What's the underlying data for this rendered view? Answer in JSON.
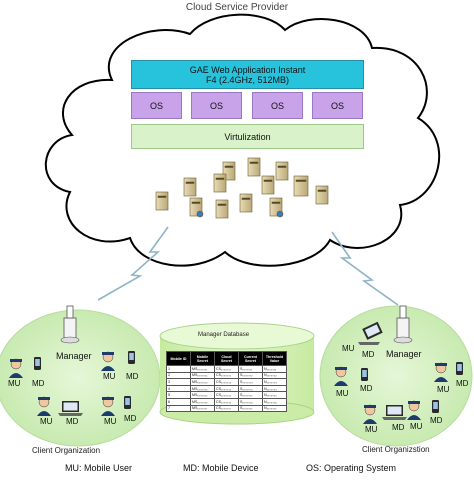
{
  "title": "Cloud Service Provider",
  "cloud": {
    "gae_line1": "GAE Web Application Instant",
    "gae_line2": "F4 (2.4GHz, 512MB)",
    "os_boxes": [
      "OS",
      "OS",
      "OS",
      "OS"
    ],
    "virtualization": "Virtulization"
  },
  "database": {
    "title": "Manager Database",
    "columns": [
      "Mobile ID",
      "Mobile Secret",
      "Cloud Secret",
      "Current Secret",
      "Threshold Value"
    ],
    "rows": [
      [
        "1",
        "MS₁₀₀₀₀₀₁",
        "CS₁₀₀₀₀₀₁",
        "S₁₀₀₀₀₀₁",
        "N₁₀₀₀₀₀₁"
      ],
      [
        "2",
        "MS₁₀₀₀₀₀₂",
        "CS₁₀₀₀₀₀₂",
        "S₁₀₀₀₀₀₂",
        "N₁₀₀₀₀₀₂"
      ],
      [
        "3",
        "MS₁₀₀₀₀₀₃",
        "CS₁₀₀₀₀₀₃",
        "S₁₀₀₀₀₀₃",
        "N₁₀₀₀₀₀₃"
      ],
      [
        "4",
        "MS₁₀₀₀₀₀₄",
        "CS₁₀₀₀₀₀₄",
        "S₁₀₀₀₀₀₄",
        "N₁₀₀₀₀₀₄"
      ],
      [
        "5",
        "MS₁₀₀₀₀₀₅",
        "CS₁₀₀₀₀₀₅",
        "S₁₀₀₀₀₀₅",
        "N₁₀₀₀₀₀₅"
      ],
      [
        "6",
        "MS₁₀₀₀₀₀₆",
        "CS₁₀₀₀₀₀₆",
        "S₁₀₀₀₀₀₆",
        "N₁₀₀₀₀₀₆"
      ],
      [
        "7",
        "MS₁₀₀₀₀₀₇",
        "CS₁₀₀₀₀₀₇",
        "S₁₀₀₀₀₀₇",
        "N₁₀₀₀₀₀₇"
      ]
    ]
  },
  "left_org": {
    "manager": "Manager",
    "label": "Client Organization",
    "mu": "MU",
    "md": "MD"
  },
  "right_org": {
    "manager": "Manager",
    "label": "Client Organizstion",
    "mu": "MU",
    "md": "MD"
  },
  "legend": {
    "mu": "MU: Mobile User",
    "md": "MD: Mobile Device",
    "os": "OS: Operating System"
  },
  "colors": {
    "cloud_fill": "#ffffff",
    "org_fill": "#d5f0c2",
    "gae": "#27c3dc",
    "os": "#c9a3ea",
    "virtualization": "#d9f2c9",
    "database": "#d7f3b8"
  }
}
